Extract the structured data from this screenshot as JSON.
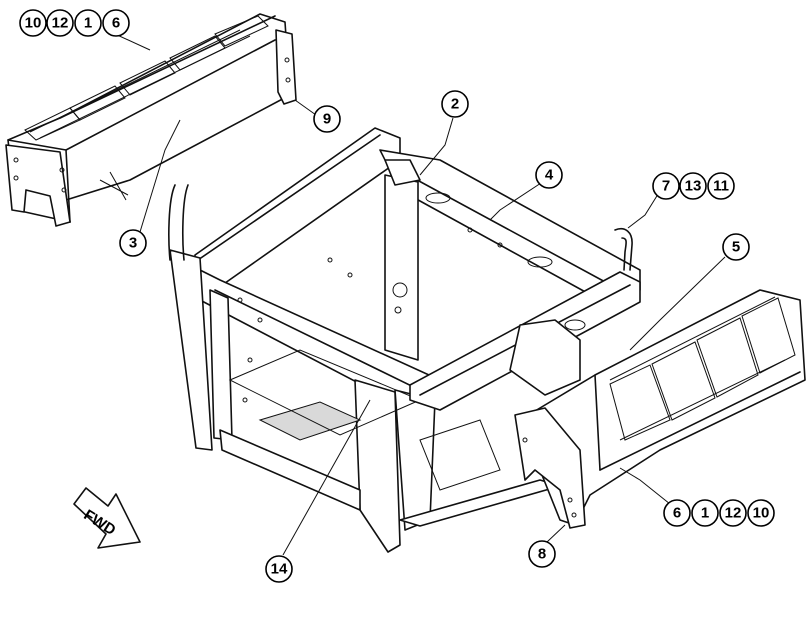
{
  "diagram": {
    "forward_label": "FWD",
    "callouts": [
      {
        "id": "c10a",
        "label": "10"
      },
      {
        "id": "c12a",
        "label": "12"
      },
      {
        "id": "c1a",
        "label": "1"
      },
      {
        "id": "c6a",
        "label": "6"
      },
      {
        "id": "c9",
        "label": "9"
      },
      {
        "id": "c2",
        "label": "2"
      },
      {
        "id": "c4",
        "label": "4"
      },
      {
        "id": "c3",
        "label": "3"
      },
      {
        "id": "c7",
        "label": "7"
      },
      {
        "id": "c13",
        "label": "13"
      },
      {
        "id": "c11",
        "label": "11"
      },
      {
        "id": "c5",
        "label": "5"
      },
      {
        "id": "c6b",
        "label": "6"
      },
      {
        "id": "c1b",
        "label": "1"
      },
      {
        "id": "c12b",
        "label": "12"
      },
      {
        "id": "c10b",
        "label": "10"
      },
      {
        "id": "c8",
        "label": "8"
      },
      {
        "id": "c14",
        "label": "14"
      }
    ]
  }
}
